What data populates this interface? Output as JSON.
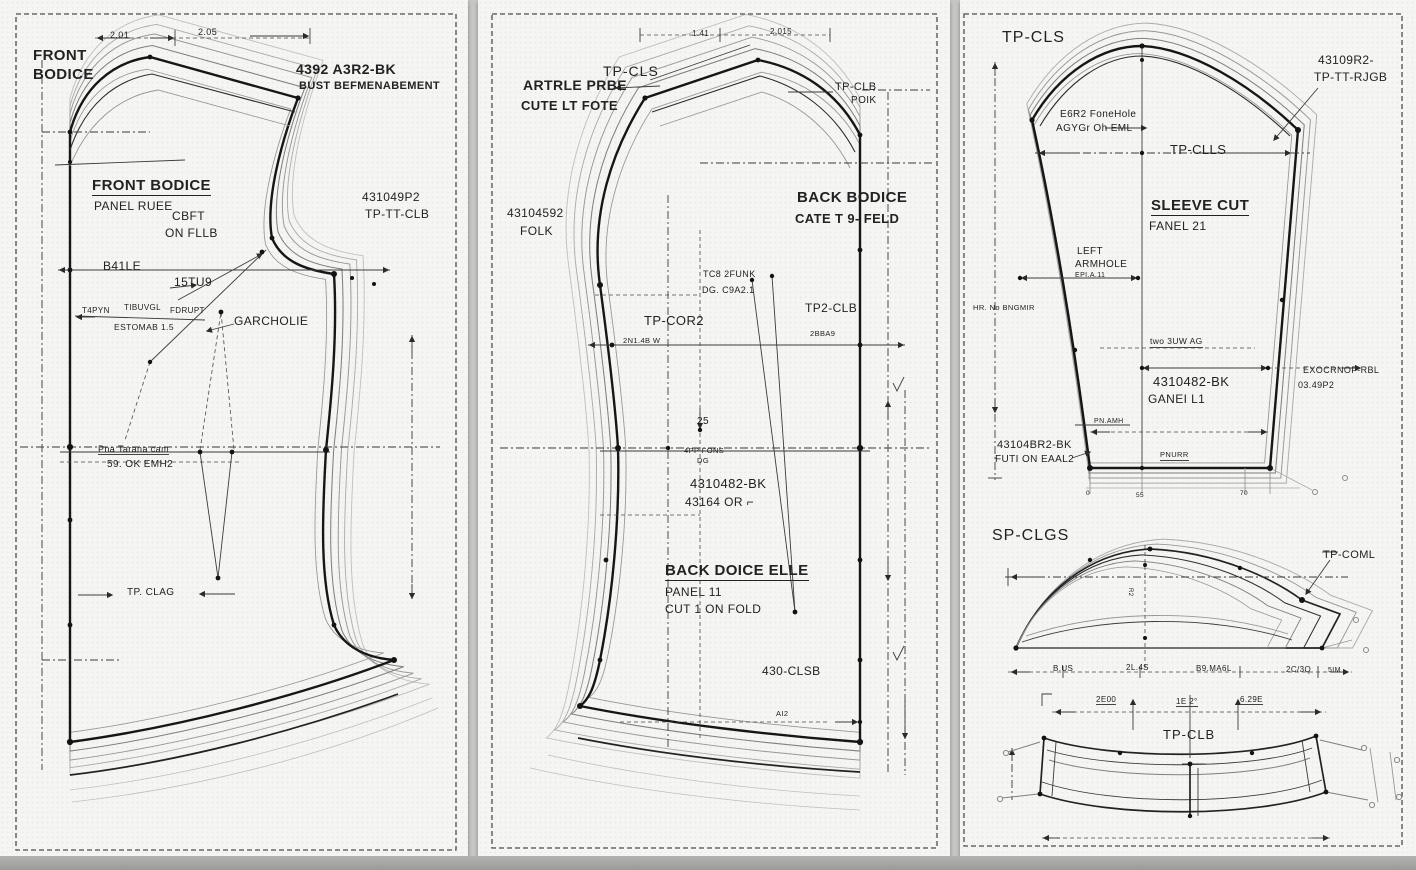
{
  "palette": {
    "paper": "#f5f5f3",
    "gap": "#c7c7c5",
    "ink": "#161616",
    "grade": "#9a9a9a"
  },
  "sheets": [
    {
      "name": "front-bodice-sheet",
      "labels": {
        "corner1": "FRONT",
        "corner2": "BODICE",
        "dim_a": "2.01",
        "dim_b": "2.05",
        "code1": "4392 A3R2-BK",
        "code2": "BUST BEFMENABEMENT",
        "piece1": "FRONT BODICE",
        "piece2": "PANEL RUEE",
        "fold1": "CBFT",
        "fold2": "ON FLLB",
        "ref1": "431049P2",
        "ref2": "TP-TT-CLB",
        "n1": "B41LE",
        "n2": "15TU9",
        "s1": "T4PYN",
        "s2": "TIBUVGL",
        "s3": "FDRUPT",
        "s4": "ESTOMAB 1.5",
        "armhole": "GARCHOLIE",
        "w1": "Pna Tarana cam",
        "w2": "59. OK EMH2",
        "hem": "TP. CLAG"
      }
    },
    {
      "name": "back-bodice-sheet",
      "labels": {
        "dim_a": "1.41",
        "dim_b": "2.015",
        "tpcls": "TP-CLS",
        "n1": "ARTRLE PRBE",
        "n2": "CUTE LT FOTE",
        "tpclb1": "TP-CLB",
        "tpclb2": "POIK",
        "fold1": "43104592",
        "fold2": "FOLK",
        "piece1": "BACK BODICE",
        "piece2": "CATE T 9- FELD",
        "s1": "TC8 2FUNK",
        "s2": "DG. C9A2.1",
        "tpcor2": "TP-COR2",
        "tp2clb": "TP2-CLB",
        "s3": "2N1.4B W",
        "s4": "2BBA9",
        "dart": "25",
        "w1": "4PP FONS",
        "w2": "DG",
        "code1": "4310482-BK",
        "code2": "43164 OR ⌐",
        "piece_b1": "BACK DOICE ELLE",
        "piece_b2": "PANEL 11",
        "piece_b3": "CUT 1 ON FOLD",
        "ref": "430-CLSB",
        "hem_s": "AI2"
      }
    },
    {
      "name": "sleeve-sheet",
      "labels": {
        "tpcls": "TP-CLS",
        "code1": "43109R2-",
        "code2": "TP-TT-RJGB",
        "arm1": "E6R2 FoneHole",
        "arm2": "AGYGr Oh EML",
        "tpclls": "TP-CLLS",
        "piece1": "SLEEVE CUT",
        "piece2": "FANEL 21",
        "left1": "LEFT",
        "left2": "ARMHOLE",
        "left3": "EPI.A.11",
        "vdim": "HR. No BNGMIR",
        "mdim": "two 3UW AG",
        "code_b1": "4310482-BK",
        "code_b2": "GANEI L1",
        "right1": "EXOCRNOF-RBL",
        "right2": "03.49P2",
        "code_c1": "43104BR2-BK",
        "code_c2": "FUTI ON EAAL2",
        "s1": "PN.AMH",
        "s2": "PNURR",
        "r2": "R2",
        "t0": "0",
        "t1": "55",
        "t2": "70",
        "spclgs": "SP-CLGS",
        "tpcoml": "TP-COML",
        "d0": "B.US",
        "d1": "2L.4S",
        "d2": "B9.MA6L",
        "d3": "2C/3Q",
        "d4": "5IM",
        "b0": "2E00",
        "b1": "1E 2°",
        "b2": "6.29E",
        "tpclb": "TP-CLB"
      }
    }
  ]
}
